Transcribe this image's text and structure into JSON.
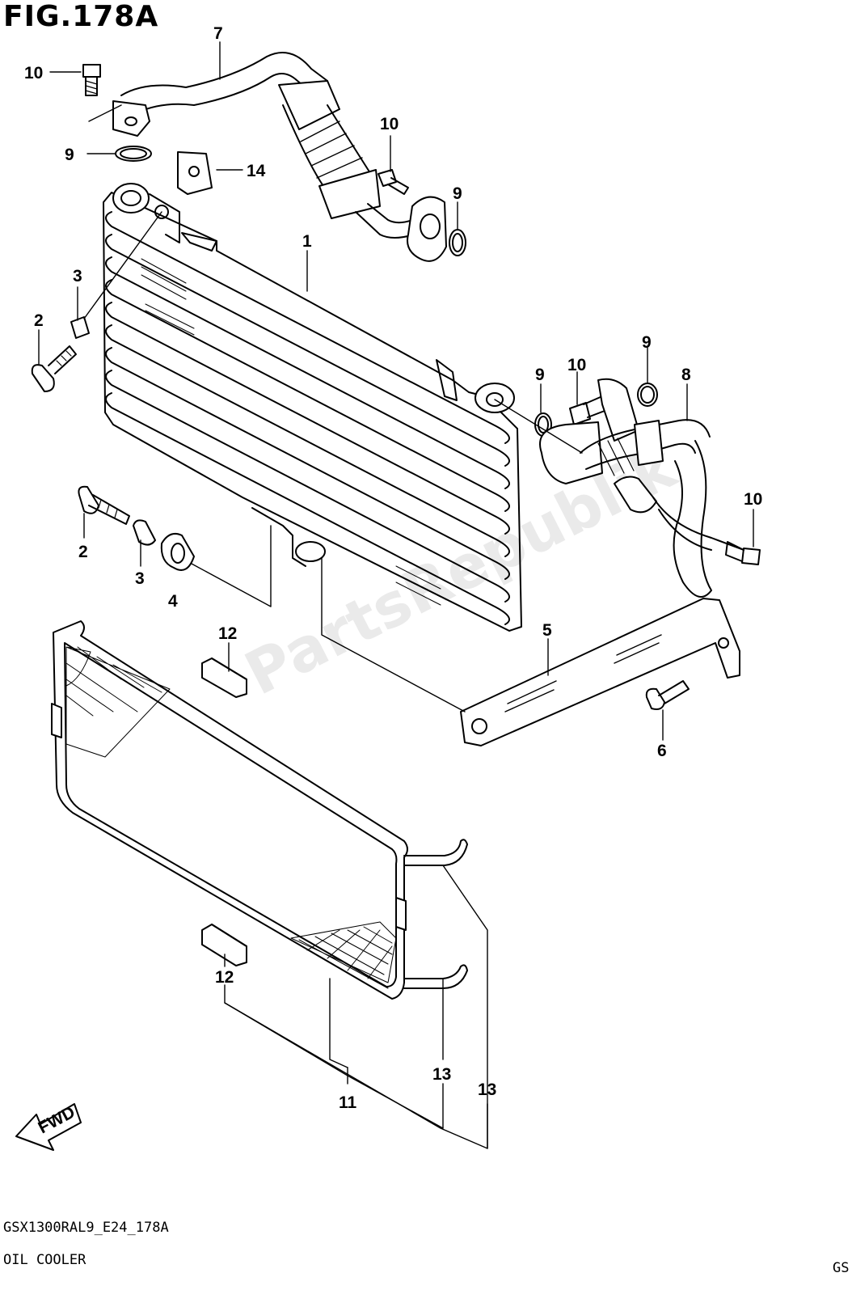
{
  "header": {
    "title": "FIG.178A"
  },
  "footer": {
    "code": "GSX1300RAL9_E24_178A",
    "caption": "OIL COOLER",
    "corner": "GS"
  },
  "watermark": {
    "text": "PartsRepublik"
  },
  "fwd_badge": {
    "text": "FWD"
  },
  "callouts": {
    "c1": "1",
    "c2a": "2",
    "c2b": "2",
    "c3a": "3",
    "c3b": "3",
    "c4": "4",
    "c5": "5",
    "c6": "6",
    "c7": "7",
    "c8": "8",
    "c9a": "9",
    "c9b": "9",
    "c9c": "9",
    "c9d": "9",
    "c10a": "10",
    "c10b": "10",
    "c10c": "10",
    "c10d": "10",
    "c11": "11",
    "c12a": "12",
    "c12b": "12",
    "c13a": "13",
    "c13b": "13",
    "c14": "14"
  }
}
